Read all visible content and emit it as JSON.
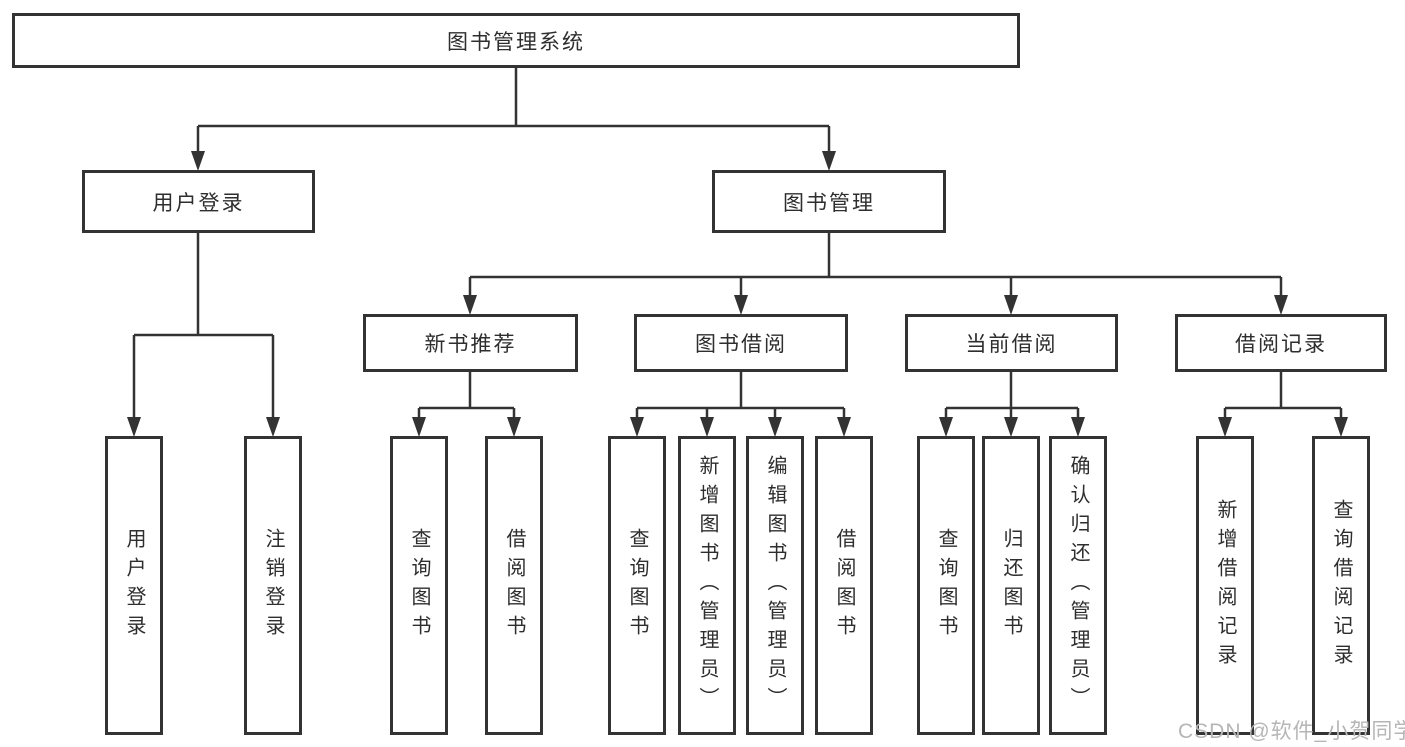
{
  "title": "图书管理系统",
  "colors": {
    "line": "#333333",
    "node_border": "#333333",
    "node_text": "#2e2e2e",
    "watermark": "#b6b6b6",
    "background": "#ffffff"
  },
  "tree": {
    "root": {
      "label": "图书管理系统"
    },
    "branches": [
      {
        "label": "用户登录",
        "children": [
          {
            "label": "用户登录"
          },
          {
            "label": "注销登录"
          }
        ]
      },
      {
        "label": "图书管理",
        "children": [
          {
            "label": "新书推荐",
            "children": [
              {
                "label": "查询图书"
              },
              {
                "label": "借阅图书"
              }
            ]
          },
          {
            "label": "图书借阅",
            "children": [
              {
                "label": "查询图书"
              },
              {
                "label": "新增图书（管理员）"
              },
              {
                "label": "编辑图书（管理员）"
              },
              {
                "label": "借阅图书"
              }
            ]
          },
          {
            "label": "当前借阅",
            "children": [
              {
                "label": "查询图书"
              },
              {
                "label": "归还图书"
              },
              {
                "label": "确认归还（管理员）"
              }
            ]
          },
          {
            "label": "借阅记录",
            "children": [
              {
                "label": "新增借阅记录"
              },
              {
                "label": "查询借阅记录"
              }
            ]
          }
        ]
      }
    ]
  },
  "watermark": "CSDN @软件_小贺同学"
}
